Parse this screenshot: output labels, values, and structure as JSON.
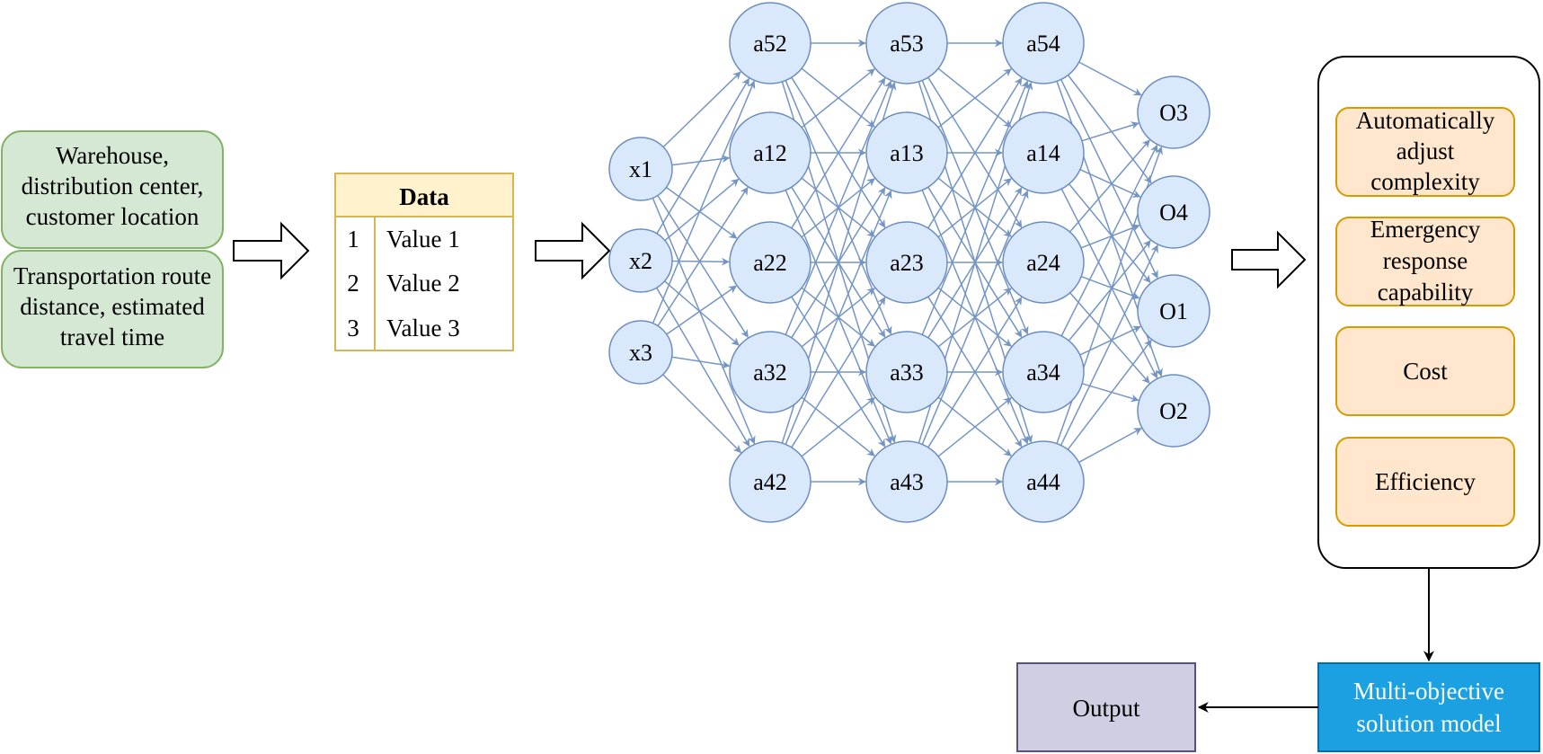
{
  "inputs": {
    "box1": [
      "Warehouse,",
      "distribution center,",
      "customer location"
    ],
    "box2": [
      "Transportation route",
      "distance, estimated",
      "travel time"
    ]
  },
  "data_table": {
    "header": "Data",
    "rows": [
      {
        "index": "1",
        "value": "Value 1"
      },
      {
        "index": "2",
        "value": "Value 2"
      },
      {
        "index": "3",
        "value": "Value 3"
      }
    ]
  },
  "network": {
    "input_layer": [
      "x1",
      "x2",
      "x3"
    ],
    "hidden_layer_1": [
      "a52",
      "a12",
      "a22",
      "a32",
      "a42"
    ],
    "hidden_layer_2": [
      "a53",
      "a13",
      "a23",
      "a33",
      "a43"
    ],
    "hidden_layer_3": [
      "a54",
      "a14",
      "a24",
      "a34",
      "a44"
    ],
    "output_layer": [
      "O3",
      "O4",
      "O1",
      "O2"
    ]
  },
  "objectives": [
    [
      "Automatically",
      "adjust",
      "complexity"
    ],
    [
      "Emergency",
      "response",
      "capability"
    ],
    [
      "Cost"
    ],
    [
      "Efficiency"
    ]
  ],
  "solution_model": [
    "Multi-objective",
    "solution model"
  ],
  "output": "Output",
  "colors": {
    "green_fill": "#d5e8d4",
    "green_stroke": "#82b366",
    "table_header_fill": "#fff2cc",
    "table_stroke": "#d6b656",
    "node_fill": "#dae8fc",
    "node_stroke": "#6c8ebf",
    "edge": "#7495c4",
    "objective_fill": "#ffe6cc",
    "objective_stroke": "#d79b00",
    "solution_fill": "#1ba1e2",
    "output_fill": "#d0cee2",
    "output_stroke": "#56517e"
  }
}
